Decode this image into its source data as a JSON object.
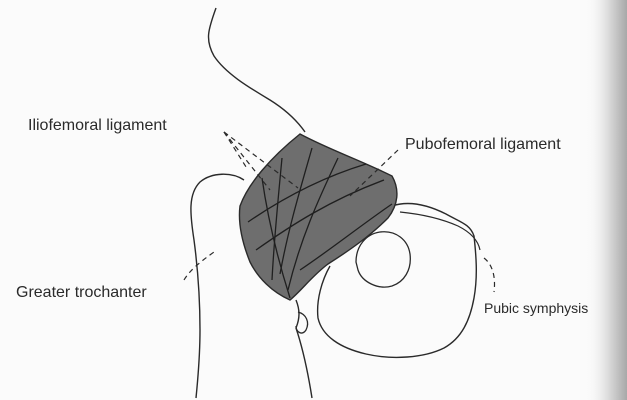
{
  "labels": {
    "iliofemoral": "Iliofemoral ligament",
    "pubofemoral": "Pubofemoral ligament",
    "greater_trochanter": "Greater trochanter",
    "pubic_symphysis": "Pubic symphysis"
  },
  "colors": {
    "ligament_fill": "#6e6e6e",
    "outline": "#2a2a2a",
    "background": "#fbfbfb"
  }
}
